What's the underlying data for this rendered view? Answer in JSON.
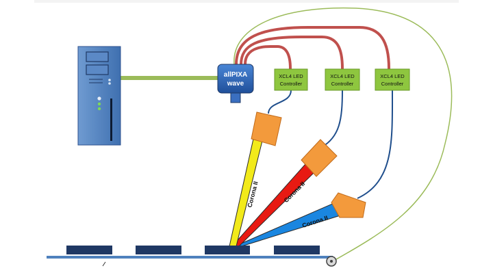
{
  "camera": {
    "line1": "allPIXA",
    "line2": "wave"
  },
  "controllers": [
    {
      "line1": "XCL4 LED",
      "line2": "Controller"
    },
    {
      "line1": "XCL4 LED",
      "line2": "Controller"
    },
    {
      "line1": "XCL4 LED",
      "line2": "Controller"
    }
  ],
  "lights": [
    {
      "label": "Corona II",
      "color": "#f2ea1a"
    },
    {
      "label": "Corona II",
      "color": "#e81a12"
    },
    {
      "label": "Corona II",
      "color": "#1a86e0"
    }
  ],
  "colors": {
    "computer": "#4f81bd",
    "controller": "#8ec63f",
    "camera": "#2e66b5",
    "head": "#f39a3c",
    "data_link": "#9bbb59",
    "power_cable": "#c0504d",
    "signal_cable": "#1f4e8c",
    "trigger_cable": "#9bbb59",
    "conveyor": "#4f81bd",
    "samples": "#1f3864"
  }
}
